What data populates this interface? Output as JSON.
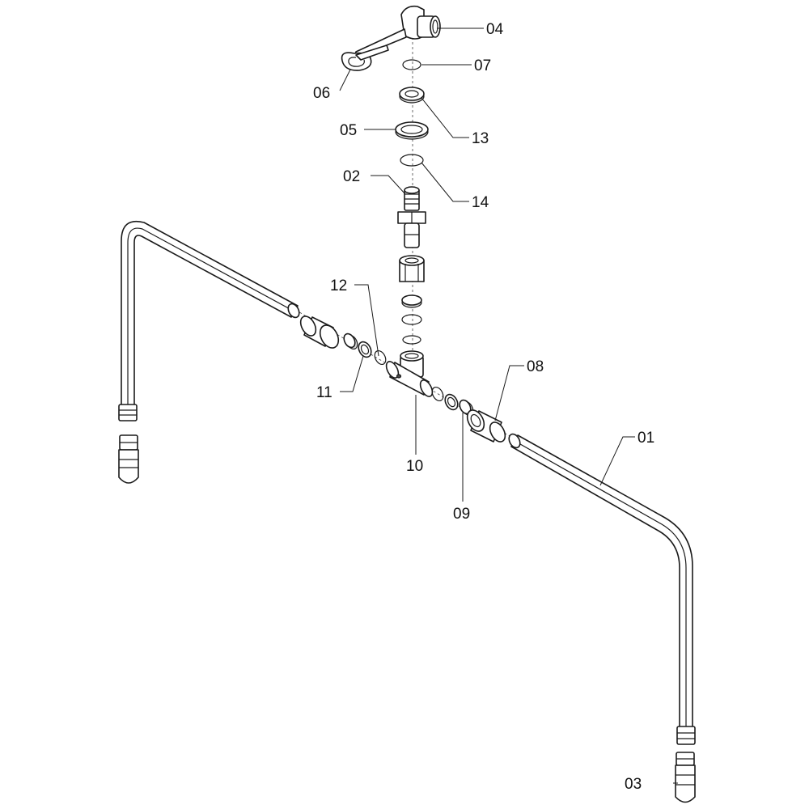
{
  "callouts": [
    {
      "id": "p04",
      "text": "04"
    },
    {
      "id": "p07",
      "text": "07"
    },
    {
      "id": "p06",
      "text": "06"
    },
    {
      "id": "p13",
      "text": "13"
    },
    {
      "id": "p05",
      "text": "05"
    },
    {
      "id": "p02",
      "text": "02"
    },
    {
      "id": "p14",
      "text": "14"
    },
    {
      "id": "p12",
      "text": "12"
    },
    {
      "id": "p08",
      "text": "08"
    },
    {
      "id": "p11",
      "text": "11"
    },
    {
      "id": "p01",
      "text": "01"
    },
    {
      "id": "p10",
      "text": "10"
    },
    {
      "id": "p09",
      "text": "09"
    },
    {
      "id": "p03",
      "text": "03"
    }
  ]
}
